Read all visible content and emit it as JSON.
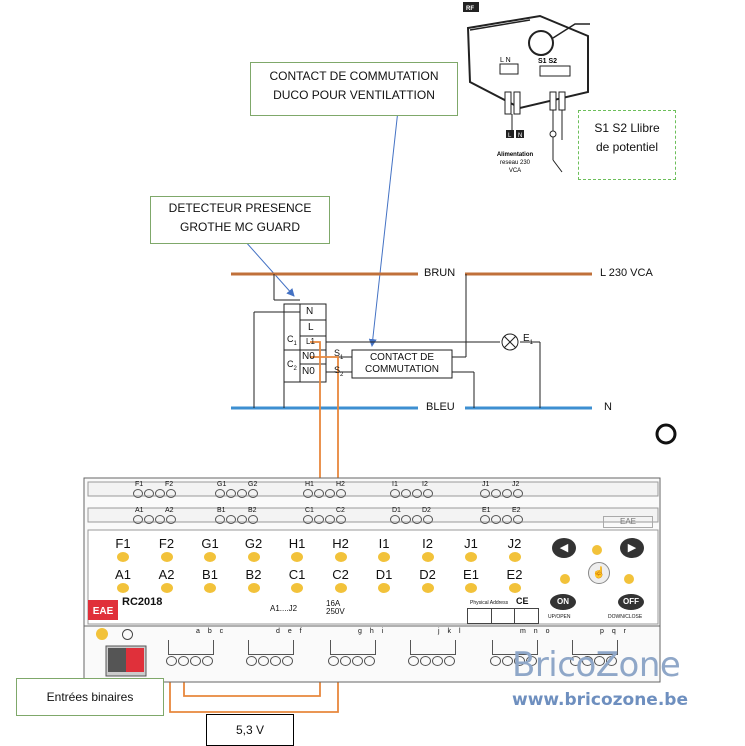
{
  "callouts": {
    "contact_line1": "CONTACT DE COMMUTATION",
    "contact_line2": "DUCO POUR VENTILATTION",
    "detector_line1": "DETECTEUR PRESENCE",
    "detector_line2": "GROTHE MC GUARD",
    "s1s2_line1": "S1  S2 Llibre",
    "s1s2_line2": "de potentiel",
    "binary_inputs": "Entrées binaires",
    "voltage": "5,3 V"
  },
  "duco_module": {
    "rf_badge": "RF",
    "ln_label": "L N",
    "s_label": "S1 S2",
    "l_term": "L",
    "n_term": "N",
    "supply_line1": "Alimentation",
    "supply_line2": "reseau 230",
    "supply_line3": "VCA"
  },
  "schematic": {
    "brun": "BRUN",
    "bleu": "BLEU",
    "l_label": "L 230 VCA",
    "n_label": "N",
    "lamp": "E",
    "lamp_sub": "1",
    "terminals": [
      "N",
      "L",
      "L1",
      "N0",
      "N0"
    ],
    "c1": "C",
    "c1_sub": "1",
    "c2": "C",
    "c2_sub": "2",
    "s1": "S",
    "s1_sub": "1",
    "s2": "S",
    "s2_sub": "2",
    "contact_line1": "CONTACT DE",
    "contact_line2": "COMMUTATION"
  },
  "device": {
    "top_row1": [
      "F1",
      "F2",
      "G1",
      "G2",
      "H1",
      "H2",
      "I1",
      "I2",
      "J1",
      "J2"
    ],
    "top_row2": [
      "A1",
      "A2",
      "B1",
      "B2",
      "C1",
      "C2",
      "D1",
      "D2",
      "E1",
      "E2"
    ],
    "buttons_row1": [
      "F1",
      "F2",
      "G1",
      "G2",
      "H1",
      "H2",
      "I1",
      "I2",
      "J1",
      "J2"
    ],
    "buttons_row2": [
      "A1",
      "A2",
      "B1",
      "B2",
      "C1",
      "C2",
      "D1",
      "D2",
      "E1",
      "E2"
    ],
    "brand": "EAE",
    "model": "RC2018",
    "channels": "A1....J2",
    "rating1": "16A",
    "rating2": "250V",
    "physical_address": "Physical Address",
    "ce": "CE",
    "on": "ON",
    "off": "OFF",
    "up_open": "UP/OPEN",
    "down_close": "DOWN/CLOSE",
    "bottom_letters": [
      "a b c",
      "d e f",
      "g h i",
      "j k l",
      "m n o",
      "p q r"
    ]
  },
  "watermark": {
    "brand": "BricoZone",
    "url": "www.bricozone.be"
  },
  "colors": {
    "brown_wire": "#c0703a",
    "blue_wire": "#3d8fd1",
    "orange_wire": "#e8873c",
    "arrow": "#4472c4",
    "callout_border": "#7fa86a",
    "button_yellow": "#f2c23a",
    "eae_red": "#e0303a"
  }
}
